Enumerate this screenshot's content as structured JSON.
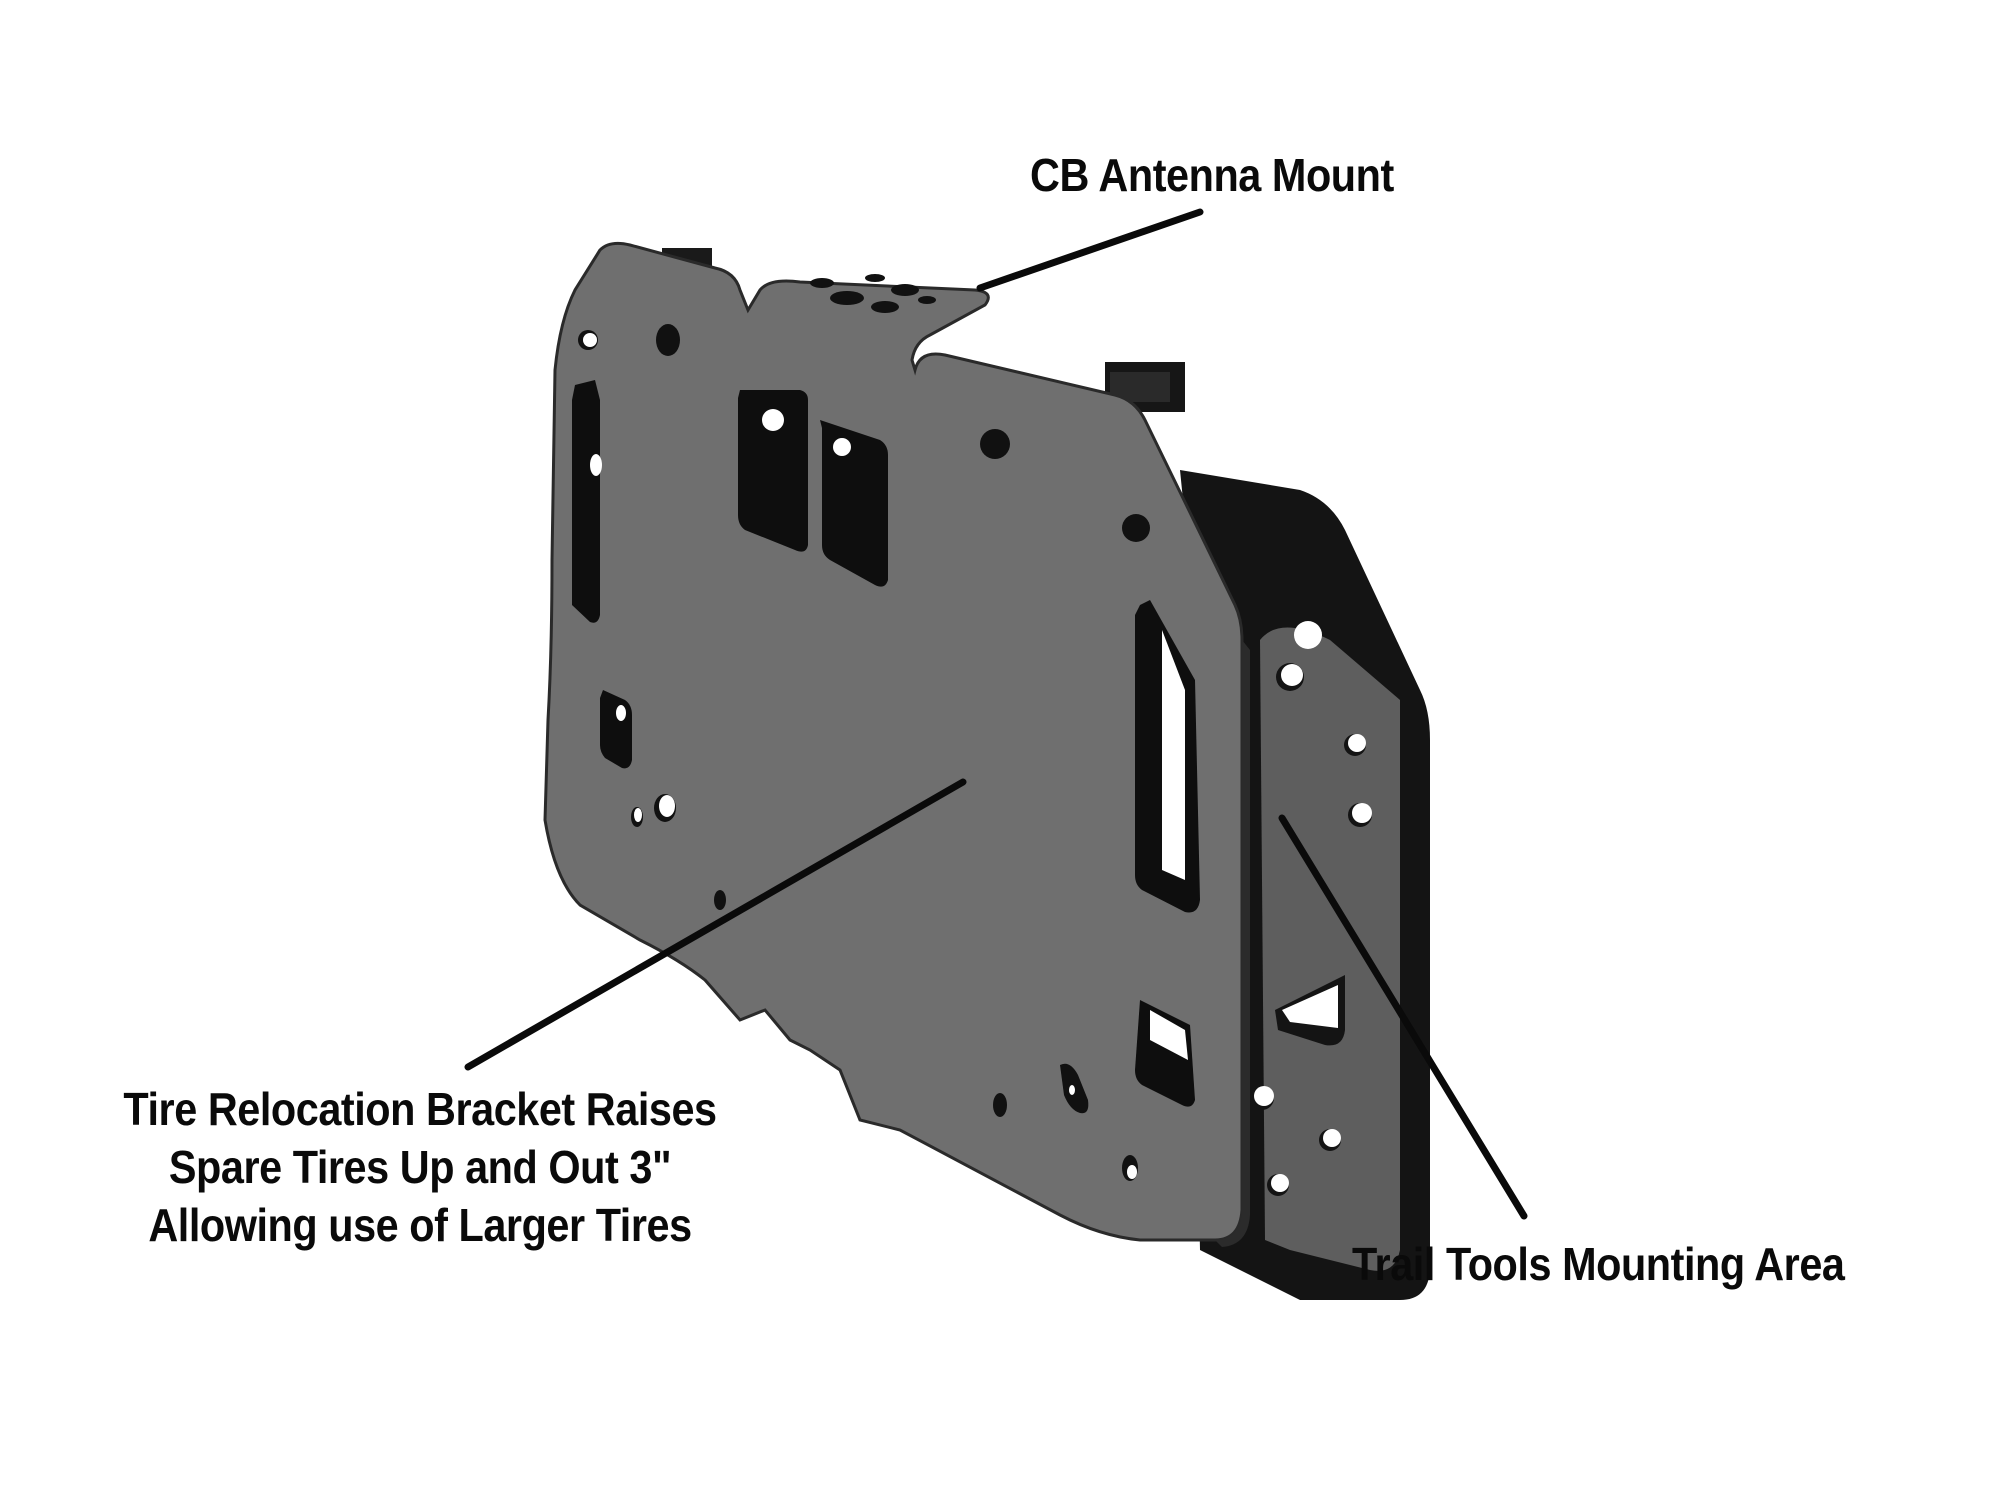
{
  "image": {
    "subject": "Black powder-coated spare tire relocation bracket",
    "background_color": "#ffffff",
    "plate_color": "#6f6f6f",
    "shadow_color": "#1a1a1a",
    "leader_line_color": "#0a0a0a"
  },
  "callouts": {
    "cb_antenna": {
      "label": "CB Antenna Mount"
    },
    "tire_relocation": {
      "lines": [
        "Tire Relocation Bracket Raises",
        "Spare Tires Up and Out 3\"",
        "Allowing use of Larger Tires"
      ]
    },
    "trail_tools": {
      "label": "Trail Tools Mounting Area"
    }
  }
}
